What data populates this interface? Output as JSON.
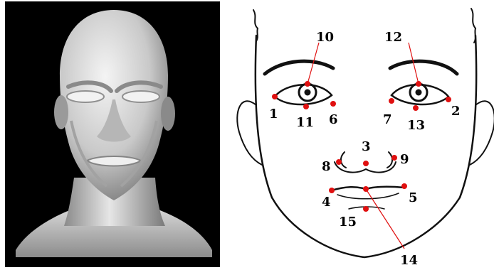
{
  "figure": {
    "left_panel": {
      "background": "#000000",
      "model": "3d-head-mesh"
    },
    "right_panel": {
      "background": "#ffffff",
      "style": "line-drawing"
    },
    "landmark_color": "#e01010",
    "label_color": "#000000"
  },
  "landmarks": [
    {
      "id": "1",
      "label": "1"
    },
    {
      "id": "2",
      "label": "2"
    },
    {
      "id": "3",
      "label": "3"
    },
    {
      "id": "4",
      "label": "4"
    },
    {
      "id": "5",
      "label": "5"
    },
    {
      "id": "6",
      "label": "6"
    },
    {
      "id": "7",
      "label": "7"
    },
    {
      "id": "8",
      "label": "8"
    },
    {
      "id": "9",
      "label": "9"
    },
    {
      "id": "10",
      "label": "10"
    },
    {
      "id": "11",
      "label": "11"
    },
    {
      "id": "12",
      "label": "12"
    },
    {
      "id": "13",
      "label": "13"
    },
    {
      "id": "14",
      "label": "14"
    },
    {
      "id": "15",
      "label": "15"
    }
  ]
}
